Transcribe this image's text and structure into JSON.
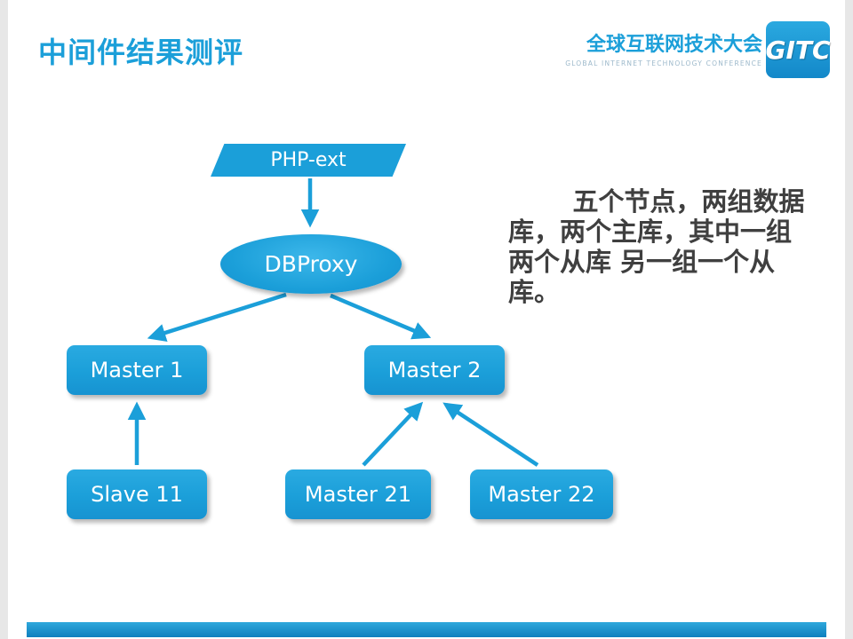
{
  "slide": {
    "title": "中间件结果测评"
  },
  "logo": {
    "name_cn": "全球互联网技术大会",
    "name_en": "GLOBAL INTERNET TECHNOLOGY CONFERENCE",
    "badge": "GITC"
  },
  "diagram": {
    "nodes": [
      {
        "id": "php-ext",
        "label": "PHP-ext",
        "shape": "parallelogram"
      },
      {
        "id": "dbproxy",
        "label": "DBProxy",
        "shape": "ellipse"
      },
      {
        "id": "master1",
        "label": "Master 1",
        "shape": "rounded-rect"
      },
      {
        "id": "master2",
        "label": "Master 2",
        "shape": "rounded-rect"
      },
      {
        "id": "slave11",
        "label": "Slave 11",
        "shape": "rounded-rect"
      },
      {
        "id": "master21",
        "label": "Master 21",
        "shape": "rounded-rect"
      },
      {
        "id": "master22",
        "label": "Master 22",
        "shape": "rounded-rect"
      }
    ],
    "edges": [
      {
        "from": "php-ext",
        "to": "dbproxy"
      },
      {
        "from": "dbproxy",
        "to": "master1"
      },
      {
        "from": "dbproxy",
        "to": "master2"
      },
      {
        "from": "slave11",
        "to": "master1"
      },
      {
        "from": "master21",
        "to": "master2"
      },
      {
        "from": "master22",
        "to": "master2"
      }
    ]
  },
  "annotation": {
    "lines": [
      "五个节点，两组数据",
      "库，两个主库，其中一组",
      "两个从库 另一组一个从",
      "库。"
    ]
  },
  "colors": {
    "accent": "#1b9fd9",
    "accent_dark": "#0e7fbe",
    "title_text": "#1b9fd9",
    "body_text": "#3f3f3f"
  }
}
